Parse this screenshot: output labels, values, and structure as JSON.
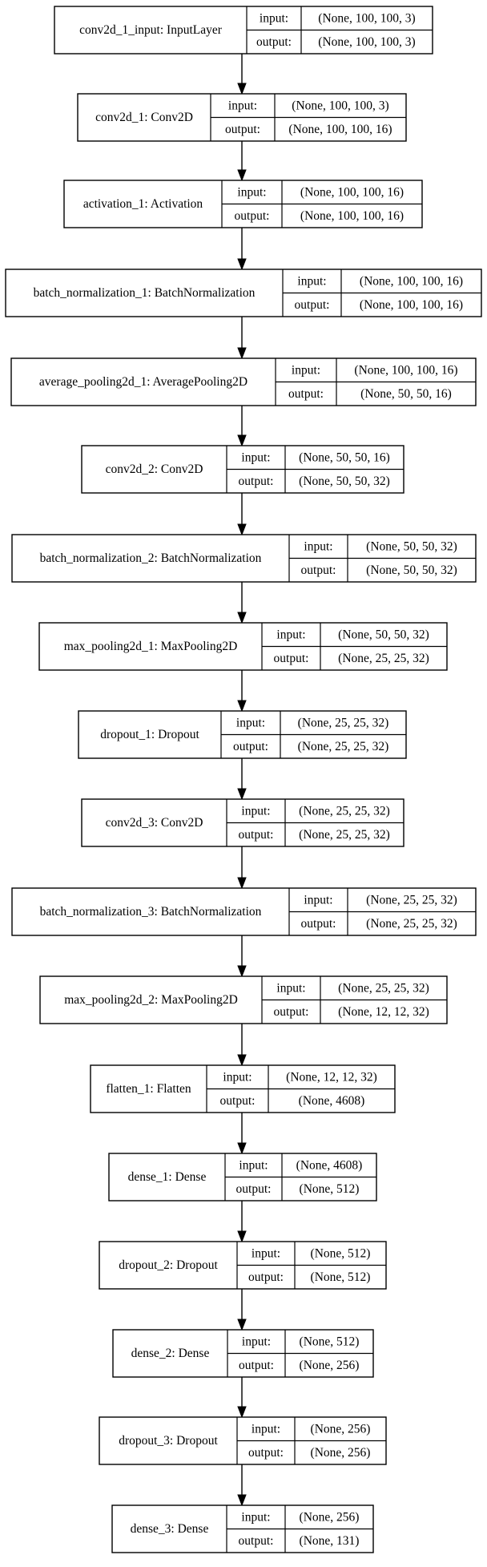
{
  "layers": [
    {
      "name": "conv2d_1_input: InputLayer",
      "input_label": "input:",
      "output_label": "output:",
      "input_shape": "(None, 100, 100, 3)",
      "output_shape": "(None, 100, 100, 3)"
    },
    {
      "name": "conv2d_1: Conv2D",
      "input_label": "input:",
      "output_label": "output:",
      "input_shape": "(None, 100, 100, 3)",
      "output_shape": "(None, 100, 100, 16)"
    },
    {
      "name": "activation_1: Activation",
      "input_label": "input:",
      "output_label": "output:",
      "input_shape": "(None, 100, 100, 16)",
      "output_shape": "(None, 100, 100, 16)"
    },
    {
      "name": "batch_normalization_1: BatchNormalization",
      "input_label": "input:",
      "output_label": "output:",
      "input_shape": "(None, 100, 100, 16)",
      "output_shape": "(None, 100, 100, 16)"
    },
    {
      "name": "average_pooling2d_1: AveragePooling2D",
      "input_label": "input:",
      "output_label": "output:",
      "input_shape": "(None, 100, 100, 16)",
      "output_shape": "(None, 50, 50, 16)"
    },
    {
      "name": "conv2d_2: Conv2D",
      "input_label": "input:",
      "output_label": "output:",
      "input_shape": "(None, 50, 50, 16)",
      "output_shape": "(None, 50, 50, 32)"
    },
    {
      "name": "batch_normalization_2: BatchNormalization",
      "input_label": "input:",
      "output_label": "output:",
      "input_shape": "(None, 50, 50, 32)",
      "output_shape": "(None, 50, 50, 32)"
    },
    {
      "name": "max_pooling2d_1: MaxPooling2D",
      "input_label": "input:",
      "output_label": "output:",
      "input_shape": "(None, 50, 50, 32)",
      "output_shape": "(None, 25, 25, 32)"
    },
    {
      "name": "dropout_1: Dropout",
      "input_label": "input:",
      "output_label": "output:",
      "input_shape": "(None, 25, 25, 32)",
      "output_shape": "(None, 25, 25, 32)"
    },
    {
      "name": "conv2d_3: Conv2D",
      "input_label": "input:",
      "output_label": "output:",
      "input_shape": "(None, 25, 25, 32)",
      "output_shape": "(None, 25, 25, 32)"
    },
    {
      "name": "batch_normalization_3: BatchNormalization",
      "input_label": "input:",
      "output_label": "output:",
      "input_shape": "(None, 25, 25, 32)",
      "output_shape": "(None, 25, 25, 32)"
    },
    {
      "name": "max_pooling2d_2: MaxPooling2D",
      "input_label": "input:",
      "output_label": "output:",
      "input_shape": "(None, 25, 25, 32)",
      "output_shape": "(None, 12, 12, 32)"
    },
    {
      "name": "flatten_1: Flatten",
      "input_label": "input:",
      "output_label": "output:",
      "input_shape": "(None, 12, 12, 32)",
      "output_shape": "(None, 4608)"
    },
    {
      "name": "dense_1: Dense",
      "input_label": "input:",
      "output_label": "output:",
      "input_shape": "(None, 4608)",
      "output_shape": "(None, 512)"
    },
    {
      "name": "dropout_2: Dropout",
      "input_label": "input:",
      "output_label": "output:",
      "input_shape": "(None, 512)",
      "output_shape": "(None, 512)"
    },
    {
      "name": "dense_2: Dense",
      "input_label": "input:",
      "output_label": "output:",
      "input_shape": "(None, 512)",
      "output_shape": "(None, 256)"
    },
    {
      "name": "dropout_3: Dropout",
      "input_label": "input:",
      "output_label": "output:",
      "input_shape": "(None, 256)",
      "output_shape": "(None, 256)"
    },
    {
      "name": "dense_3: Dense",
      "input_label": "input:",
      "output_label": "output:",
      "input_shape": "(None, 256)",
      "output_shape": "(None, 131)"
    }
  ]
}
